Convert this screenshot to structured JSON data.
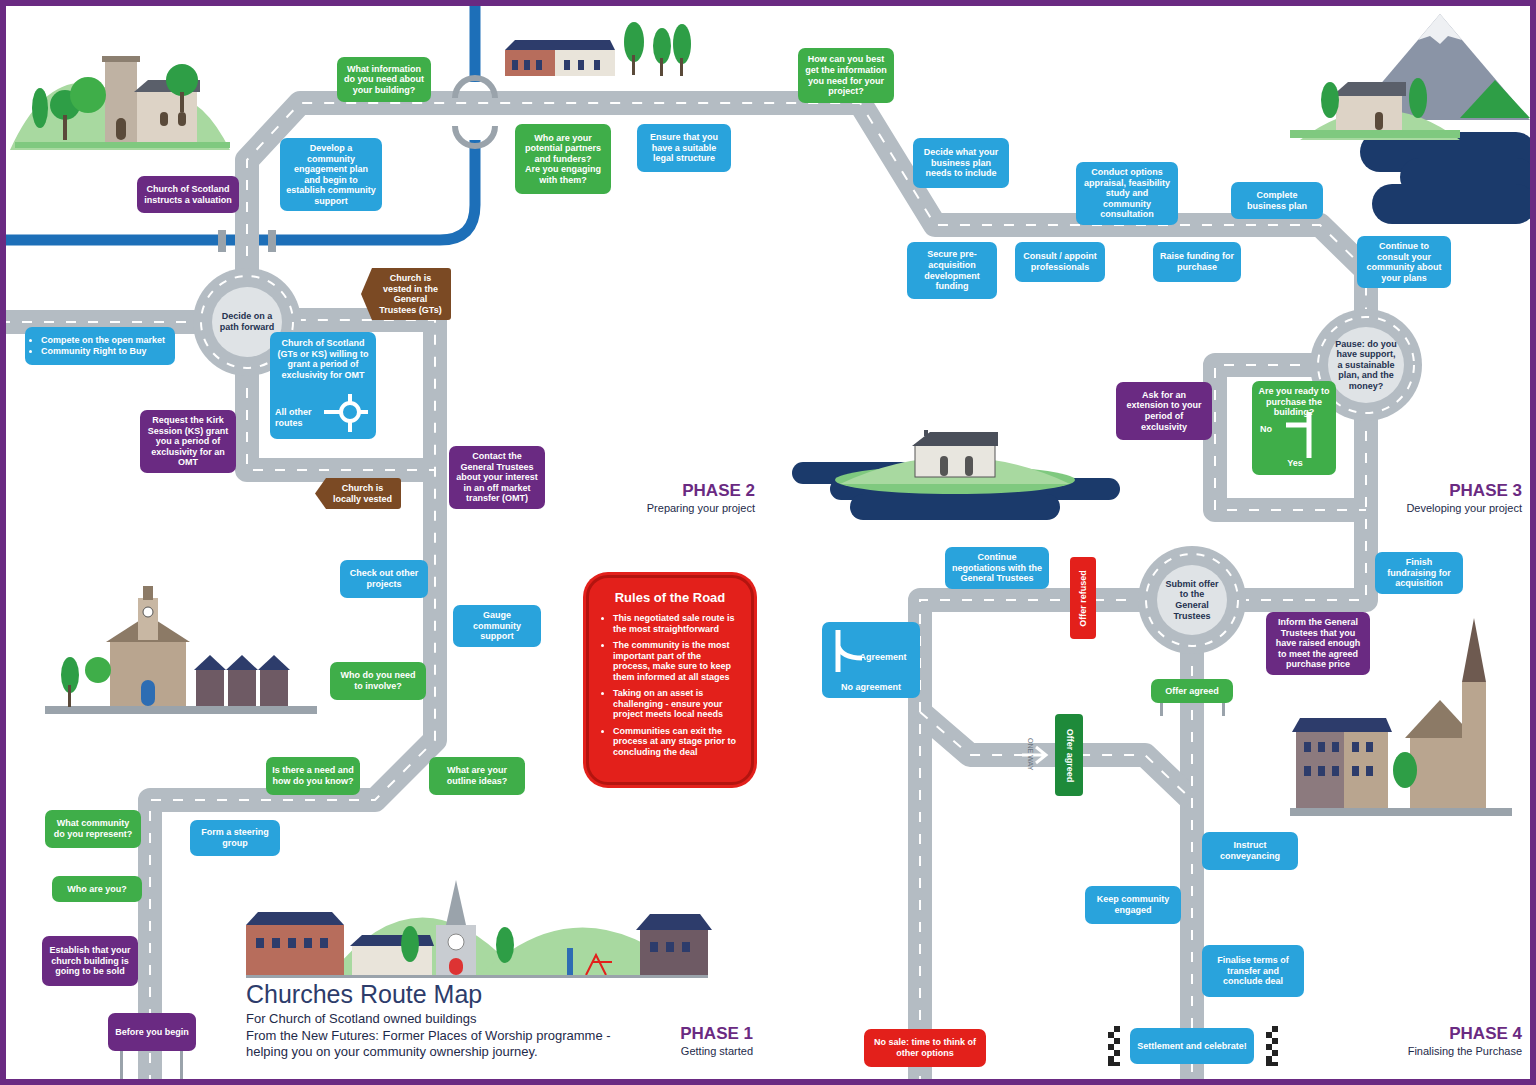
{
  "diagram": {
    "title": "Churches Route Map",
    "caption": "For Church of Scotland owned buildings",
    "nodes": [
      {
        "text": [
          "What information do you need about your building?"
        ]
      },
      {
        "text": [
          "Develop a community engagement plan and begin to establish community support"
        ]
      },
      {
        "text": [
          "Church of Scotland instructs a valuation"
        ]
      },
      {
        "text": [
          "Who are your potential partners and funders?",
          "Are you engaging with them?"
        ]
      },
      {
        "text": [
          "Ensure that you have a suitable legal structure"
        ]
      },
      {
        "text": [
          "How can you best get the information you need for your project?"
        ]
      },
      {
        "text": [
          "Decide what your business plan needs to include"
        ]
      },
      {
        "text": [
          "Conduct options appraisal, feasibility study and community consultation"
        ]
      },
      {
        "text": [
          "Complete business plan"
        ]
      },
      {
        "text": [
          "Secure pre-acquisition development funding"
        ]
      },
      {
        "text": [
          "Consult / appoint professionals"
        ]
      },
      {
        "text": [
          "Raise funding for purchase"
        ]
      },
      {
        "text": [
          "Continue to consult your community about your plans"
        ]
      },
      {
        "text": [
          "Decide on a path forward"
        ]
      },
      {
        "text": [
          "Church is vested in the General Trustees (GTs)"
        ]
      },
      {
        "text": [
          "Compete on the open market",
          "Community Right to Buy"
        ]
      },
      {
        "text": [
          "Church of Scotland (GTs or KS) willing to grant a period of exclusivity for OMT",
          "All other routes"
        ]
      },
      {
        "text": [
          "Request the Kirk Session (KS) grant you a period of exclusivity for an OMT"
        ]
      },
      {
        "text": [
          "Contact the General Trustees about your interest in an off market transfer (OMT)"
        ]
      },
      {
        "text": [
          "Church is locally vested"
        ]
      },
      {
        "text": [
          "Pause: do you have support, a sustainable plan, and the money?"
        ]
      },
      {
        "text": [
          "Are you ready to purchase the building?",
          "No",
          "Yes"
        ]
      },
      {
        "text": [
          "Ask for an extension to your period of exclusivity"
        ]
      },
      {
        "text": [
          "Check out other projects"
        ]
      },
      {
        "text": [
          "Gauge community support"
        ]
      },
      {
        "text": [
          "Who do you need to involve?"
        ]
      },
      {
        "text": [
          "Is there a need and how do you know?"
        ]
      },
      {
        "text": [
          "What are your outline ideas?"
        ]
      },
      {
        "text": [
          "What community do you represent?"
        ]
      },
      {
        "text": [
          "Form a steering group"
        ]
      },
      {
        "text": [
          "Who are you?"
        ]
      },
      {
        "text": [
          "Establish that your church building is going to be sold"
        ]
      },
      {
        "text": [
          "Before you begin"
        ]
      },
      {
        "text": [
          "Rules of the Road",
          "This negotiated sale route is the most straightforward",
          "The community is the most important part of the process, make sure to keep them informed at all stages",
          "Taking on an asset is challenging - ensure your project meets local needs",
          "Communities can exit the process at any stage prior to concluding the deal"
        ]
      },
      {
        "text": [
          "Continue negotiations with the General Trustees"
        ]
      },
      {
        "text": [
          "Offer refused"
        ]
      },
      {
        "text": [
          "Submit offer to the General Trustees"
        ]
      },
      {
        "text": [
          "Finish fundraising for acquisition"
        ]
      },
      {
        "text": [
          "Inform the General Trustees that you have raised enough to meet the agreed purchase price"
        ]
      },
      {
        "text": [
          "Agreement",
          "No agreement"
        ]
      },
      {
        "text": [
          "Offer agreed"
        ]
      },
      {
        "text": [
          "Offer agreed"
        ]
      },
      {
        "text": [
          "Instruct conveyancing"
        ]
      },
      {
        "text": [
          "Keep community engaged"
        ]
      },
      {
        "text": [
          "Finalise terms of transfer and conclude deal"
        ]
      },
      {
        "text": [
          "No sale: time to think of other options"
        ]
      },
      {
        "text": [
          "Settlement and celebrate!"
        ]
      }
    ],
    "labels": [
      "PHASE 1",
      "Getting started",
      "PHASE 2",
      "Preparing your project",
      "PHASE 3",
      "Developing your project",
      "PHASE 4",
      "Finalising the Purchase",
      "ONE WAY",
      "From the New Futures: Former Places of Worship programme - helping you on your community ownership journey."
    ]
  }
}
